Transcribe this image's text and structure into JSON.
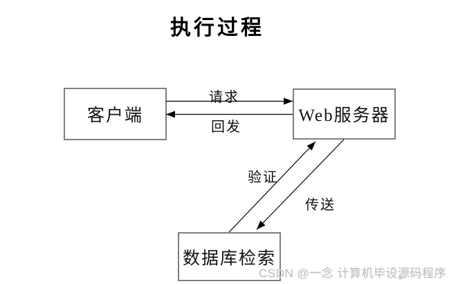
{
  "title": "执行过程",
  "nodes": {
    "client": {
      "label": "客户端"
    },
    "web_server": {
      "label": "Web服务器"
    },
    "database": {
      "label": "数据库检索"
    }
  },
  "edges": {
    "request": {
      "label": "请求",
      "from": "client",
      "to": "web_server",
      "direction": "right"
    },
    "postback": {
      "label": "回发",
      "from": "web_server",
      "to": "client",
      "direction": "left"
    },
    "verify": {
      "label": "验证",
      "from": "database",
      "to": "web_server",
      "direction": "up"
    },
    "transfer": {
      "label": "传送",
      "from": "web_server",
      "to": "database",
      "direction": "down"
    }
  },
  "watermark": {
    "text": "CSDN @一念 计算机毕设源码程序",
    "return_mark": "↵"
  },
  "colors": {
    "background": "#ffffff",
    "box_border": "#7e7e7e",
    "arrow": "#000000",
    "watermark_text": "#bdbdbd"
  }
}
